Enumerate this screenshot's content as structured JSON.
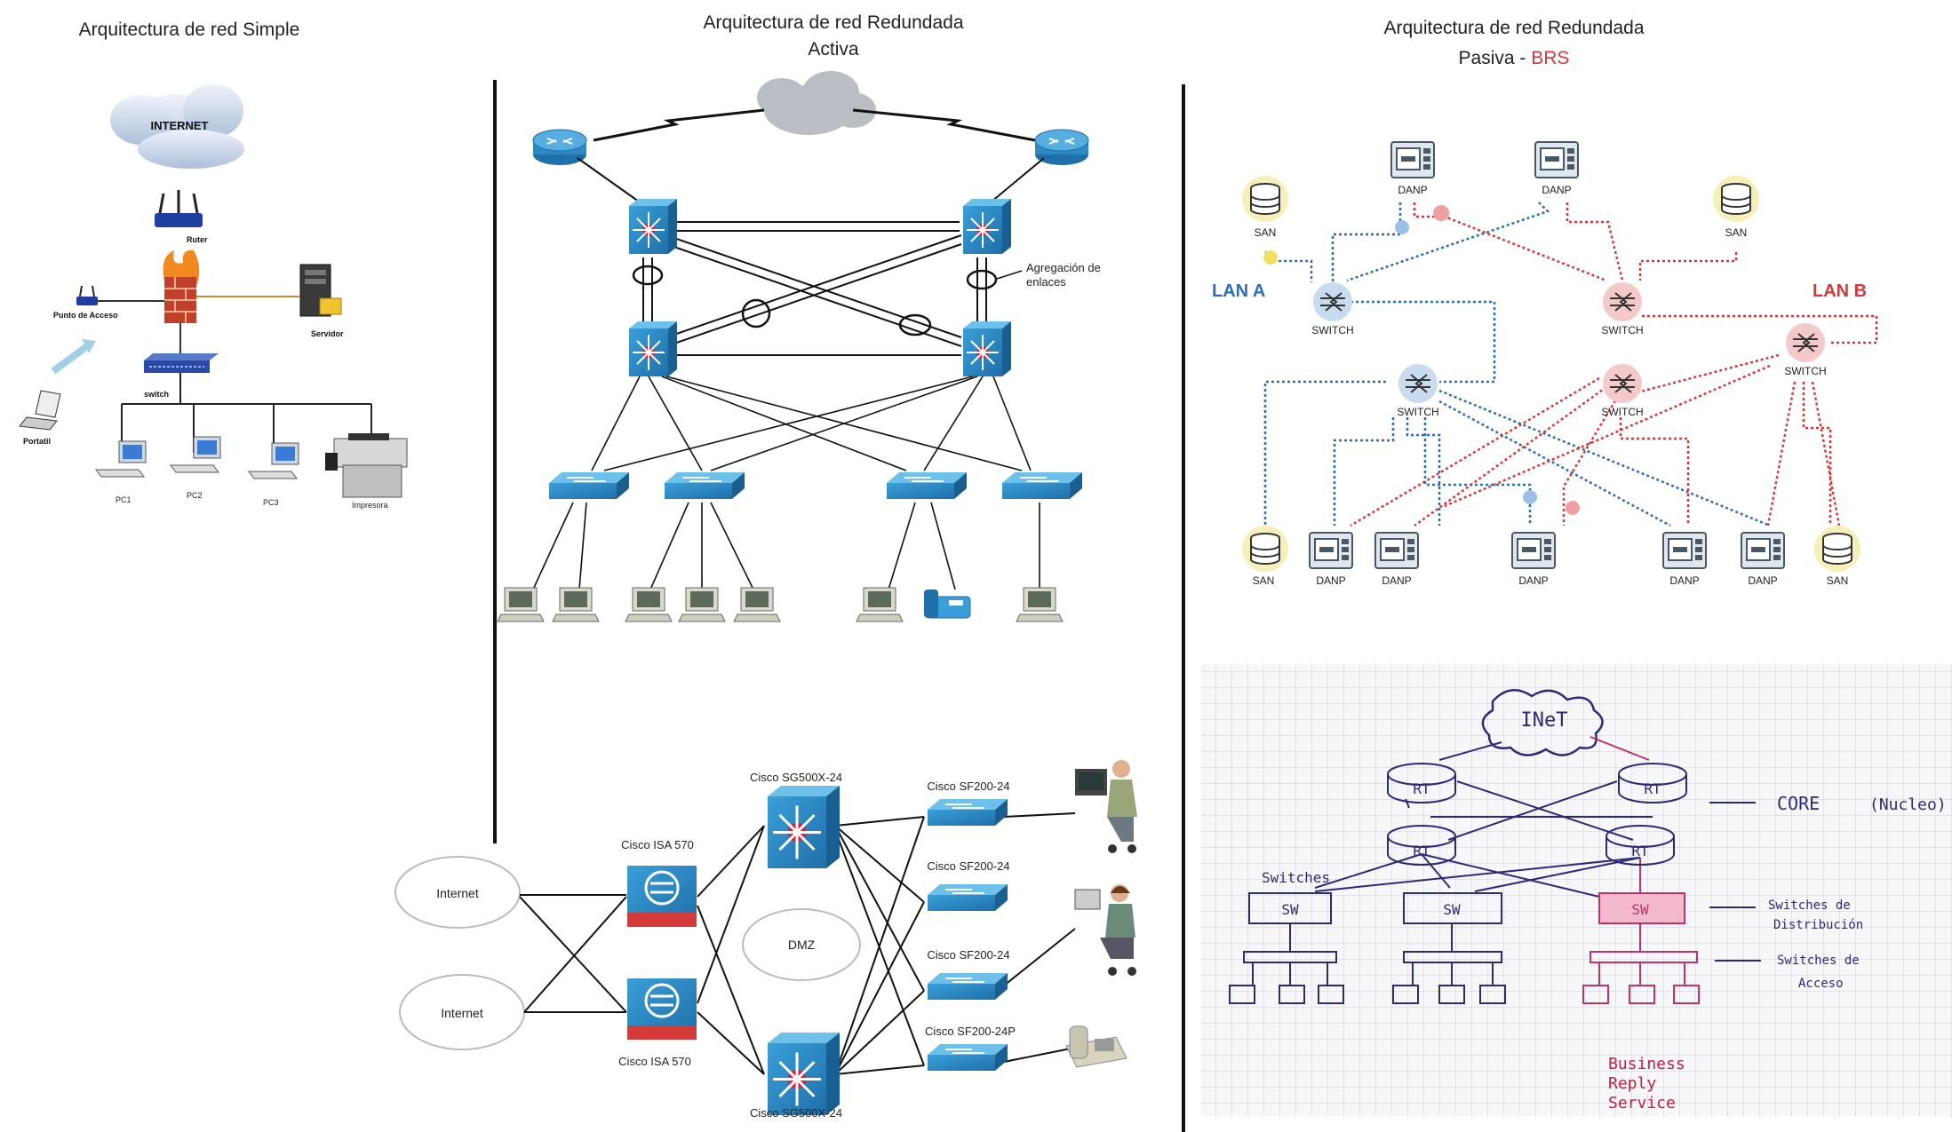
{
  "panel1": {
    "title": "Arquitectura de red Simple",
    "internet": "INTERNET",
    "router": "Ruter",
    "access_point": "Punto de Acceso",
    "server": "Servidor",
    "switch": "switch",
    "laptop": "Portatil",
    "pc1": "PC1",
    "pc2": "PC2",
    "pc3": "PC3",
    "printer": "Impresora"
  },
  "panel2": {
    "title_line1": "Arquitectura de red Redundada",
    "title_line2": "Activa",
    "link_agg_line1": "Agregación de",
    "link_agg_line2": "enlaces"
  },
  "panel3": {
    "title_line1": "Arquitectura de red Redundada",
    "title_line2_prefix": "Pasiva - ",
    "title_line2_suffix": "BRS",
    "lan_a": "LAN A",
    "lan_b": "LAN B",
    "danp": "DANP",
    "san": "SAN",
    "switch": "SWITCH",
    "colors": {
      "lan_a": "#2d6db0",
      "lan_b": "#d03a3a"
    }
  },
  "panel4": {
    "internet": "Internet",
    "isa": "Cisco ISA 570",
    "dmz": "DMZ",
    "sg500": "Cisco SG500X-24",
    "sf200": "Cisco SF200-24",
    "sf200p": "Cisco SF200-24P"
  },
  "panel5": {
    "inet": "INeT",
    "rt": "RT",
    "sw": "SW",
    "switches": "Switches",
    "core": "CORE",
    "nucleo": "(Nucleo)",
    "dist_1": "Switches de",
    "dist_2": "Distribución",
    "acc_1": "Switches de",
    "acc_2": "Acceso",
    "brs_1": "Business",
    "brs_2": "Reply",
    "brs_3": "Service",
    "colors": {
      "ink": "#2b2a75",
      "pink": "#c0306a",
      "brs": "#c02040"
    }
  }
}
